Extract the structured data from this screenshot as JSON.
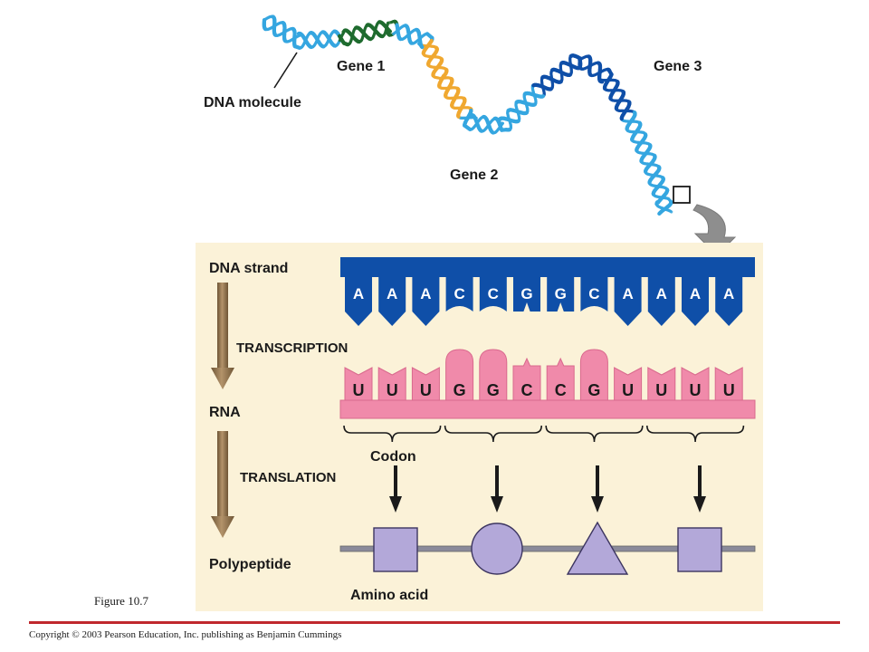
{
  "labels": {
    "dna_molecule": "DNA molecule",
    "gene1": "Gene 1",
    "gene2": "Gene 2",
    "gene3": "Gene 3",
    "dna_strand": "DNA strand",
    "transcription": "TRANSCRIPTION",
    "rna": "RNA",
    "codon": "Codon",
    "translation": "TRANSLATION",
    "polypeptide": "Polypeptide",
    "amino_acid": "Amino acid"
  },
  "dna_bases": [
    "A",
    "A",
    "A",
    "C",
    "C",
    "G",
    "G",
    "C",
    "A",
    "A",
    "A",
    "A"
  ],
  "rna_bases": [
    "U",
    "U",
    "U",
    "G",
    "G",
    "C",
    "C",
    "G",
    "U",
    "U",
    "U",
    "U"
  ],
  "amino_acid_shapes": [
    "square",
    "circle",
    "triangle",
    "square"
  ],
  "figure_label": "Figure 10.7",
  "copyright": "Copyright © 2003 Pearson Education, Inc. publishing as Benjamin Cummings",
  "colors": {
    "panel_bg": "#fbf2d8",
    "dna_blue": "#0f4fa8",
    "light_blue": "#35a6e0",
    "gene1_green": "#1e6b2e",
    "gene2_orange": "#f0a830",
    "rna_pink": "#f08aaa",
    "arrow_brown": "#9c7d54",
    "amino_purple": "#b3a8d9",
    "footer_red": "#c0282d"
  }
}
